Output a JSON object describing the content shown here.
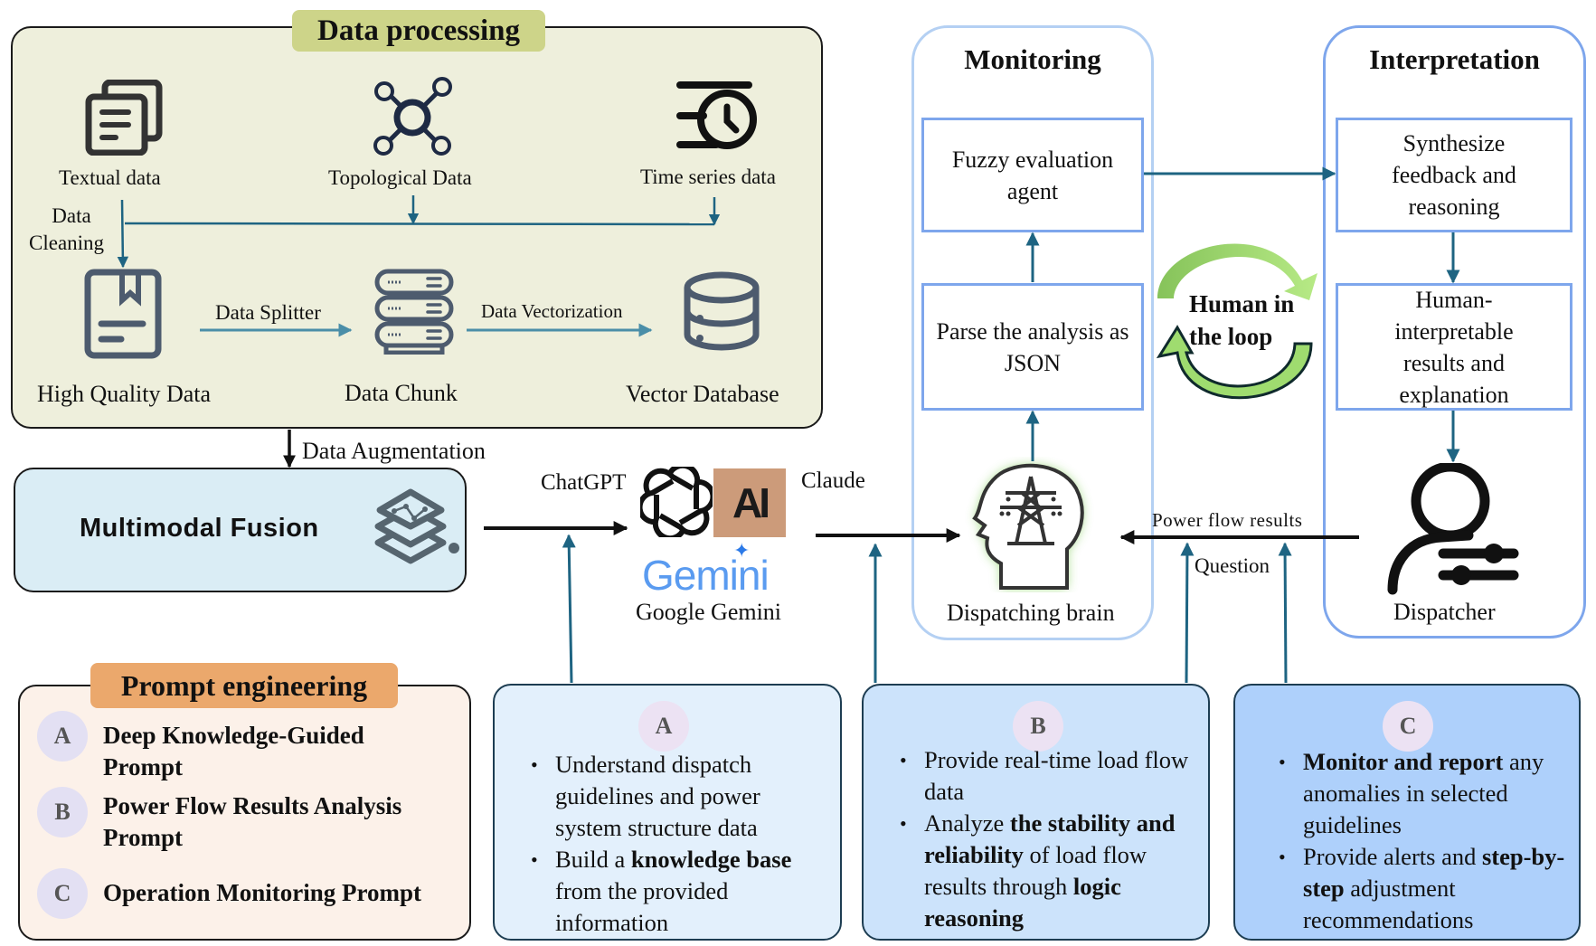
{
  "data_processing": {
    "title": "Data processing",
    "sources": [
      {
        "label": "Textual data",
        "icon": "documents-icon"
      },
      {
        "label": "Topological Data",
        "icon": "network-topology-icon"
      },
      {
        "label": "Time series data",
        "icon": "clock-speed-icon"
      }
    ],
    "cleaning_label_line1": "Data",
    "cleaning_label_line2": "Cleaning",
    "stages": [
      {
        "label": "High Quality Data",
        "icon": "bookmark-document-icon"
      },
      {
        "label": "Data Chunk",
        "icon": "server-stack-icon"
      },
      {
        "label": "Vector Database",
        "icon": "database-icon"
      }
    ],
    "splitter_label": "Data Splitter",
    "vectorization_label": "Data Vectorization",
    "augmentation_label": "Data Augmentation"
  },
  "multimodal": {
    "label": "Multimodal Fusion",
    "icon": "layers-chart-icon"
  },
  "llms": {
    "chatgpt": "ChatGPT",
    "claude": "Claude",
    "claude_logo": "AI",
    "gemini_logo": "Gemini",
    "gemini": "Google Gemini"
  },
  "monitoring": {
    "title": "Monitoring",
    "steps": [
      "Fuzzy evaluation agent",
      "Parse the analysis as JSON"
    ],
    "brain_label": "Dispatching brain"
  },
  "loop": {
    "line1": "Human in",
    "line2": "the loop"
  },
  "interpretation": {
    "title": "Interpretation",
    "steps": [
      "Synthesize feedback and reasoning",
      "Human-interpretable results and explanation"
    ],
    "dispatcher_label": "Dispatcher"
  },
  "flows": {
    "power_flow_results": "Power flow results",
    "question": "Question"
  },
  "prompt_engineering": {
    "title": "Prompt engineering",
    "items": [
      {
        "badge": "A",
        "label": "Deep Knowledge-Guided Prompt"
      },
      {
        "badge": "B",
        "label": "Power Flow Results Analysis Prompt"
      },
      {
        "badge": "C",
        "label": "Operation Monitoring Prompt"
      }
    ]
  },
  "cards": [
    {
      "badge": "A",
      "bullets": [
        [
          {
            "t": "Understand dispatch guidelines and power system structure data",
            "b": false
          }
        ],
        [
          {
            "t": "Build a ",
            "b": false
          },
          {
            "t": "knowledge base",
            "b": true
          },
          {
            "t": " from the provided information",
            "b": false
          }
        ]
      ]
    },
    {
      "badge": "B",
      "bullets": [
        [
          {
            "t": "Provide real-time load flow data",
            "b": false
          }
        ],
        [
          {
            "t": "Analyze ",
            "b": false
          },
          {
            "t": "the stability and reliability",
            "b": true
          },
          {
            "t": " of load flow results through ",
            "b": false
          },
          {
            "t": "logic reasoning",
            "b": true
          }
        ]
      ]
    },
    {
      "badge": "C",
      "bullets": [
        [
          {
            "t": "Monitor and report",
            "b": true
          },
          {
            "t": " any anomalies in selected guidelines",
            "b": false
          }
        ],
        [
          {
            "t": "Provide alerts and ",
            "b": false
          },
          {
            "t": "step-by-step",
            "b": true
          },
          {
            "t": " adjustment recommendations",
            "b": false
          }
        ]
      ]
    }
  ],
  "colors": {
    "data_processing_bg": "#eeefdc",
    "data_processing_title_bg": "#cdd489",
    "multimodal_bg": "#daedf5",
    "prompt_bg": "#fcf1e9",
    "prompt_title_bg": "#eba86c",
    "card_a_bg": "#e3f0fc",
    "card_b_bg": "#cce3fb",
    "card_c_bg": "#aed0fb",
    "arrow_teal": "#1e6482",
    "lane_border": "#7ea6ec",
    "claude_bg": "#cc9b7a",
    "loop_green": "#8fd16a"
  }
}
